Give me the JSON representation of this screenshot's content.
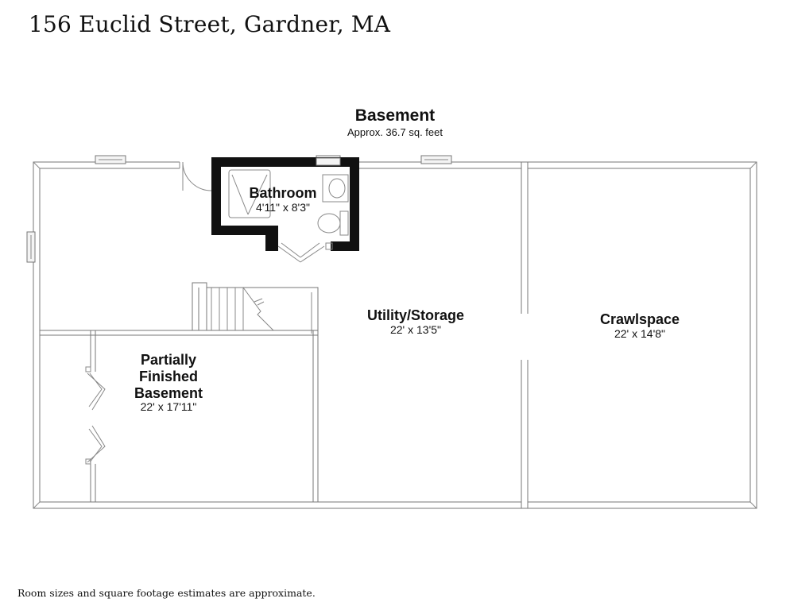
{
  "header": {
    "address": "156 Euclid Street, Gardner, MA"
  },
  "floor": {
    "name": "Basement",
    "area": "Approx. 36.7 sq. feet"
  },
  "rooms": {
    "bathroom": {
      "name": "Bathroom",
      "dims": "4'11\" x 8'3\""
    },
    "utility": {
      "name": "Utility/Storage",
      "dims": "22' x 13'5\""
    },
    "crawlspace": {
      "name": "Crawlspace",
      "dims": "22' x 14'8\""
    },
    "partial": {
      "name_lines": [
        "Partially",
        "Finished",
        "Basement"
      ],
      "dims": "22' x 17'11\""
    }
  },
  "footer": {
    "note": "Room sizes and square footage estimates are approximate."
  }
}
